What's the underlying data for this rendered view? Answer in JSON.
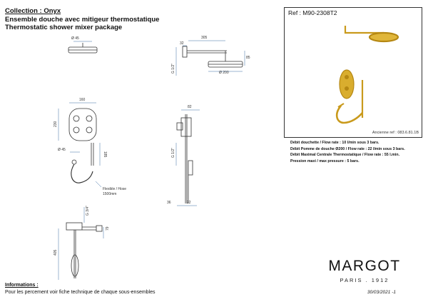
{
  "header": {
    "collection": "Collection : Onyx",
    "title_fr": "Ensemble douche avec mitigeur thermostatique",
    "title_en": "Thermostatic shower mixer package"
  },
  "reference": {
    "label": "Ref : M90-2308T2",
    "old_reference": "Ancienne ref : 083.6.81.1B"
  },
  "specs": [
    "Débit douchette / Flow rate : 10 l/min sous 3 bars.",
    "Débit Pomme de douche Ø200 / Flow rate : 22 l/min sous 3 bars.",
    "Débit Maximal Centrale Thermostatique / Flow rate : 55 l.min.",
    "Pression maxi / max pressure : 5 bars."
  ],
  "dimensions": {
    "head_diameter_top": "Ø 45",
    "arm_length": "305",
    "arm_offset": "32",
    "arm_height": "85",
    "thread_arm": "G 1/2\"",
    "head_diameter": "Ø 200",
    "plate_width": "160",
    "plate_height": "230",
    "handset_diameter": "Ø 45",
    "rail_height": "185",
    "hose_label": "Flexible / Hose",
    "hose_length": "1500mm",
    "thread_side": "G 1/2\"",
    "body_width": "82",
    "side_depth_a": "36",
    "side_depth_b": "22",
    "thread_spout": "G 3/4\"",
    "spout_drop": "79",
    "total_height": "405"
  },
  "brand": {
    "name": "MARGOT",
    "tagline": "PARIS . 1912"
  },
  "date": "30/03/2021 -1",
  "info": {
    "heading": "Informations :",
    "text": "Pour les percement voir fiche technique de chaque sous-ensembles"
  },
  "colors": {
    "drawing_line": "#333333",
    "dimension_line": "#3b6ea5",
    "product_finish": "#c99a1c"
  }
}
